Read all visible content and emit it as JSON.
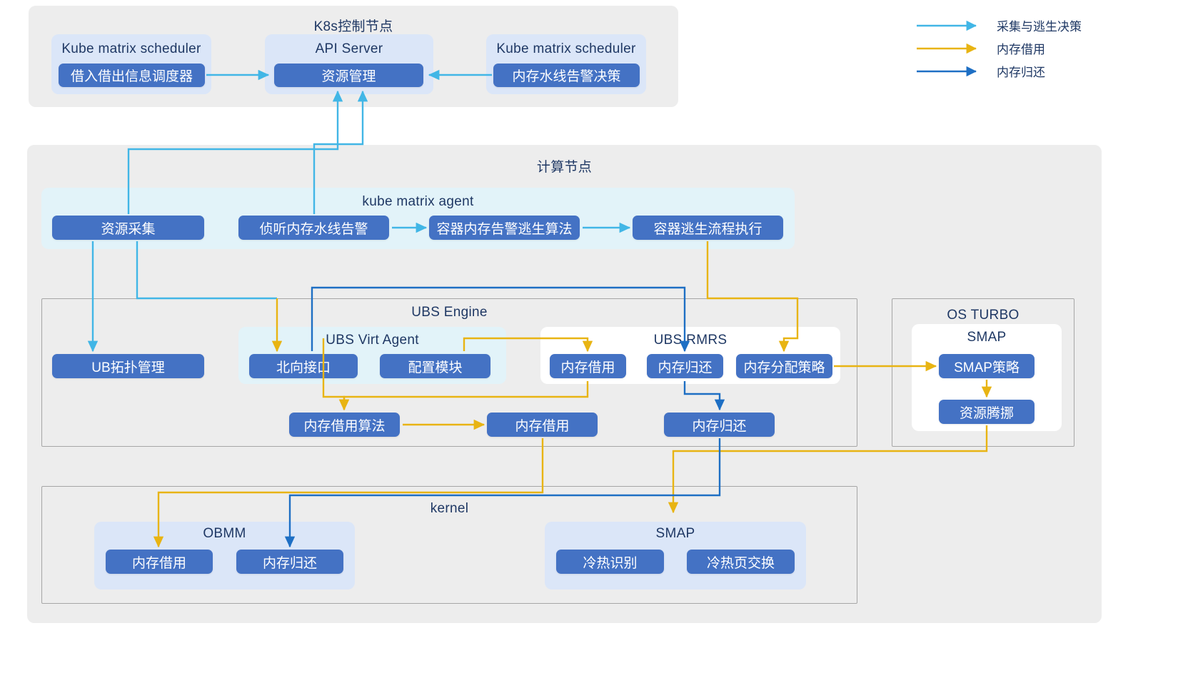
{
  "legend": {
    "items": [
      {
        "label": "采集与逃生决策",
        "color": "#41b6e6",
        "name": "legend-collect-escape"
      },
      {
        "label": "内存借用",
        "color": "#e8b413",
        "name": "legend-memory-borrow"
      },
      {
        "label": "内存归还",
        "color": "#1e6fc4",
        "name": "legend-memory-return"
      }
    ]
  },
  "k8s_control_node": {
    "title": "K8s控制节点",
    "groups": [
      {
        "title": "Kube matrix scheduler",
        "node": "借入借出信息调度器"
      },
      {
        "title": "API Server",
        "node": "资源管理"
      },
      {
        "title": "Kube matrix scheduler",
        "node": "内存水线告警决策"
      }
    ]
  },
  "compute_node": {
    "title": "计算节点",
    "kube_matrix_agent": {
      "title": "kube matrix agent",
      "nodes": [
        "资源采集",
        "侦听内存水线告警",
        "容器内存告警逃生算法",
        "容器逃生流程执行"
      ]
    },
    "ub_topology": "UB拓扑管理",
    "ubs_engine": {
      "title": "UBS Engine",
      "ubs_virt_agent": {
        "title": "UBS Virt Agent",
        "nodes": [
          "北向接口",
          "配置模块"
        ]
      },
      "ubs_rmrs": {
        "title": "UBS RMRS",
        "nodes": [
          "内存借用",
          "内存归还",
          "内存分配策略"
        ]
      },
      "lower_nodes": [
        "内存借用算法",
        "内存借用",
        "内存归还"
      ]
    },
    "kernel": {
      "title": "kernel",
      "obmm": {
        "title": "OBMM",
        "nodes": [
          "内存借用",
          "内存归还"
        ]
      },
      "smap": {
        "title": "SMAP",
        "nodes": [
          "冷热识别",
          "冷热页交换"
        ]
      }
    }
  },
  "os_turbo": {
    "title": "OS TURBO",
    "smap": {
      "title": "SMAP",
      "nodes": [
        "SMAP策略",
        "资源腾挪"
      ]
    }
  },
  "colors": {
    "node_blue": "#4472c4",
    "arrow_cyan": "#41b6e6",
    "arrow_yellow": "#e8b413",
    "arrow_darkblue": "#1e6fc4",
    "panel_grey": "#ededed",
    "panel_lightblue": "#e2f3f9",
    "panel_paleblue": "#dbe6f8",
    "title_text": "#1f3864"
  }
}
